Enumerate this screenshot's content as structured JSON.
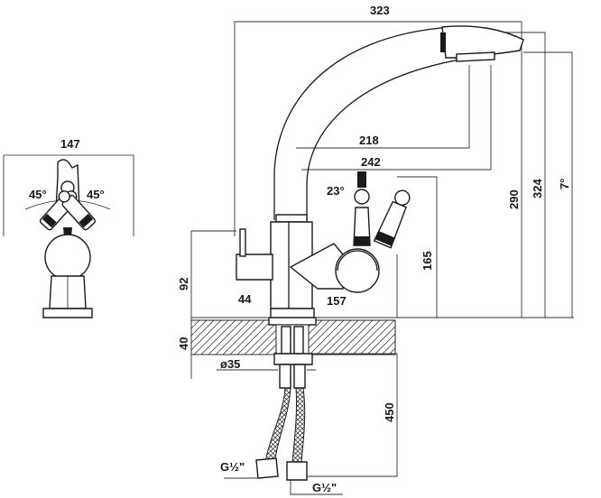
{
  "dimensions": {
    "overall_width": "323",
    "left_view_width": "147",
    "angle_left": "45°",
    "angle_right": "45°",
    "reach_218": "218",
    "reach_242": "242",
    "handle_angle": "23°",
    "spout_tilt": "7°",
    "height_290": "290",
    "height_324": "324",
    "height_165": "165",
    "height_92": "92",
    "offset_44": "44",
    "offset_157": "157",
    "deck_thickness": "40",
    "shank_diameter": "ø35",
    "hose_length": "450",
    "thread_left": "G½\"",
    "thread_right": "G½\""
  },
  "colors": {
    "line": "#1a1a1a",
    "background": "#ffffff"
  }
}
